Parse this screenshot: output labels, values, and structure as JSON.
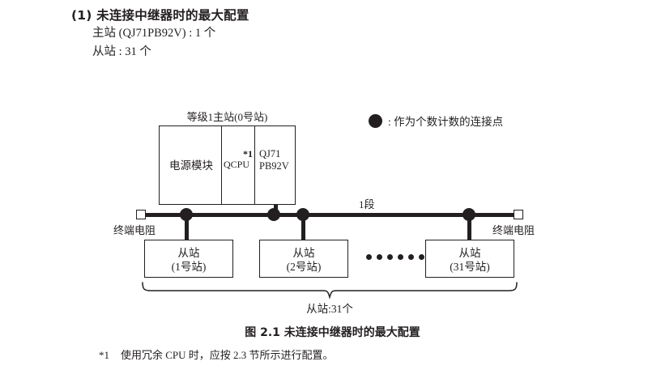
{
  "heading": {
    "title": "(1) 未连接中继器时的最大配置",
    "spec_lines": [
      "主站 (QJ71PB92V) : 1 个",
      "从站 : 31 个"
    ]
  },
  "legend": {
    "icon": "filled-circle-icon",
    "text": ": 作为个数计数的连接点"
  },
  "diagram": {
    "master": {
      "caption": "等级1主站(0号站)",
      "modules": [
        {
          "name": "power-module",
          "label": "电源模块"
        },
        {
          "name": "qcpu-module",
          "label": "QCPU",
          "footnote_mark": "*1"
        },
        {
          "name": "qj71pb92v-module",
          "label_line1": "QJ71",
          "label_line2": "PB92V"
        }
      ]
    },
    "bus": {
      "segment_label": "1段",
      "terminator_left_label": "终端电阻",
      "terminator_right_label": "终端电阻",
      "terminator_icon": "terminating-resistor-icon",
      "node_icon": "connection-node-icon"
    },
    "slaves": [
      {
        "name": "slave-station-1",
        "line1": "从站",
        "line2": "(1号站)"
      },
      {
        "name": "slave-station-2",
        "line1": "从站",
        "line2": "(2号站)"
      },
      {
        "name": "slave-station-31",
        "line1": "从站",
        "line2": "(31号站)"
      }
    ],
    "ellipsis_dot_count": 6,
    "total_label": "从站:31个"
  },
  "figure": {
    "caption": "图 2.1  未连接中继器时的最大配置"
  },
  "footnote": {
    "mark": "*1",
    "text": "使用冗余 CPU 时，应按 2.3 节所示进行配置。"
  },
  "colors": {
    "ink": "#231f20",
    "background": "#ffffff"
  }
}
